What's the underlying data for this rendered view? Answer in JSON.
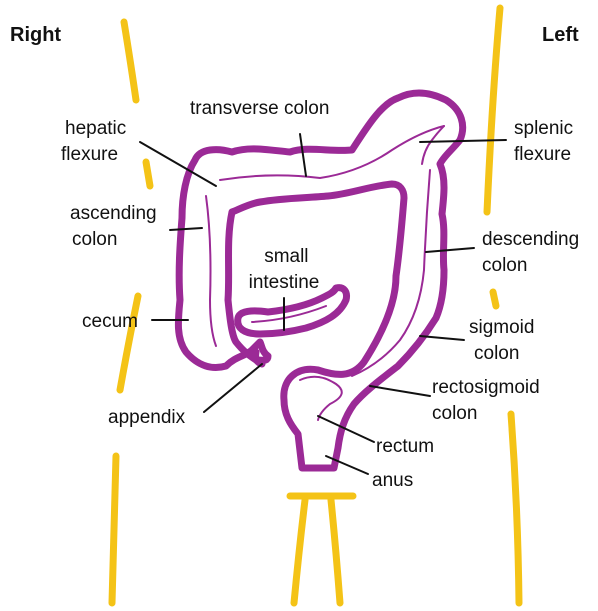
{
  "corners": {
    "right": "Right",
    "left": "Left"
  },
  "labels": {
    "transverse_colon": "transverse colon",
    "hepatic_flexure": [
      "hepatic",
      "flexure"
    ],
    "splenic_flexure": [
      "splenic",
      "flexure"
    ],
    "ascending_colon": [
      "ascending",
      "colon"
    ],
    "descending_colon": [
      "descending",
      "colon"
    ],
    "small_intestine": [
      "small",
      "intestine"
    ],
    "cecum": "cecum",
    "sigmoid_colon": [
      "sigmoid",
      "colon"
    ],
    "rectosigmoid_colon": [
      "rectosigmoid",
      "colon"
    ],
    "appendix": "appendix",
    "rectum": "rectum",
    "anus": "anus"
  },
  "colors": {
    "colon": "#9b2a96",
    "body_outline": "#f4c317",
    "text": "#111111"
  }
}
